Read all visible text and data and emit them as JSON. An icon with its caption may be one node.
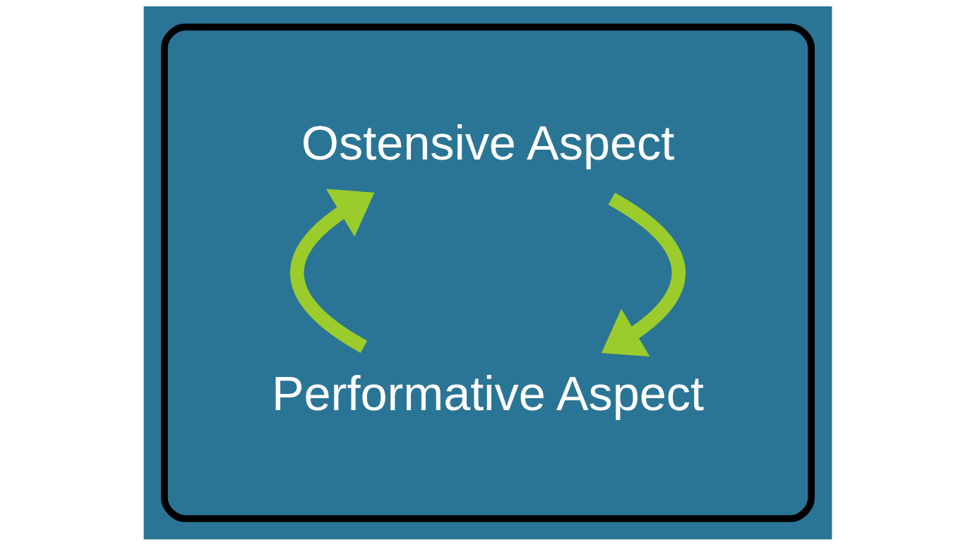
{
  "diagram": {
    "nodes": [
      {
        "text": [],
        "shape": "ellipse"
      },
      {
        "text": [
          "Ostensive Aspect"
        ],
        "in": 0
      },
      {
        "text": [
          "Performative Aspect"
        ],
        "in": 0
      }
    ],
    "edges": [
      {
        "from": 1,
        "to": 2,
        "arrow": "to"
      },
      {
        "from": 2,
        "to": 1,
        "arrow": "to"
      }
    ]
  }
}
